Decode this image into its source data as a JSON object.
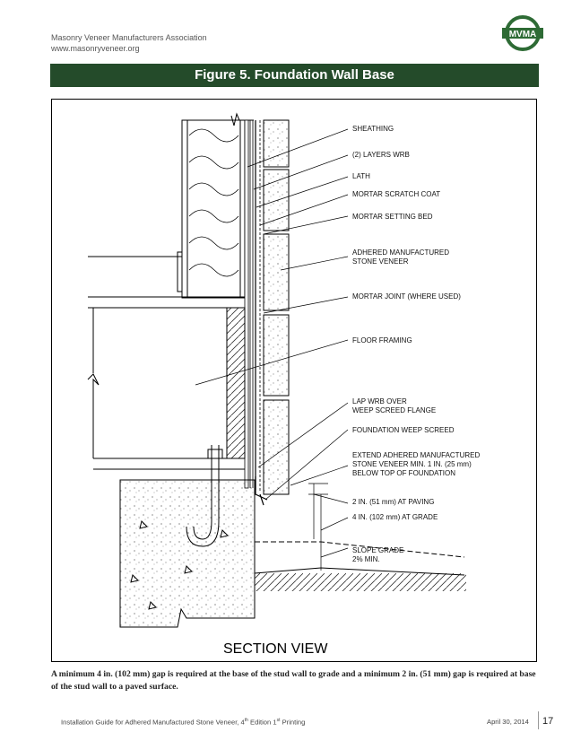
{
  "header": {
    "org_name": "Masonry Veneer Manufacturers Association",
    "org_url": "www.masonryveneer.org",
    "logo_text": "MVMA",
    "logo_color": "#2e6b35"
  },
  "figure": {
    "title": "Figure 5.  Foundation Wall Base",
    "title_bg": "#244b2a",
    "section_label": "SECTION VIEW",
    "callouts": [
      "SHEATHING",
      "(2) LAYERS WRB",
      "LATH",
      "MORTAR SCRATCH COAT",
      "MORTAR SETTING BED",
      "ADHERED MANUFACTURED\nSTONE VENEER",
      "MORTAR JOINT (WHERE USED)",
      "FLOOR FRAMING",
      "LAP WRB OVER\nWEEP SCREED FLANGE",
      "FOUNDATION WEEP SCREED",
      "EXTEND ADHERED MANUFACTURED\nSTONE VENEER MIN. 1 IN. (25 mm)\nBELOW TOP OF FOUNDATION",
      "2 IN. (51 mm) AT PAVING",
      "4 IN. (102 mm) AT GRADE",
      "SLOPE GRADE\n2% MIN."
    ]
  },
  "caption": "A minimum 4 in. (102 mm) gap is required at the base of the stud wall to grade and a minimum 2 in. (51 mm) gap is required at base of the stud wall to a paved surface.",
  "footer": {
    "guide_prefix": "Installation Guide for Adhered Manufactured Stone Veneer, 4",
    "edition_sup": "th",
    "edition_mid": " Edition 1",
    "printing_sup": "st",
    "printing_suffix": " Printing",
    "date": "April 30, 2014",
    "page": "17"
  }
}
